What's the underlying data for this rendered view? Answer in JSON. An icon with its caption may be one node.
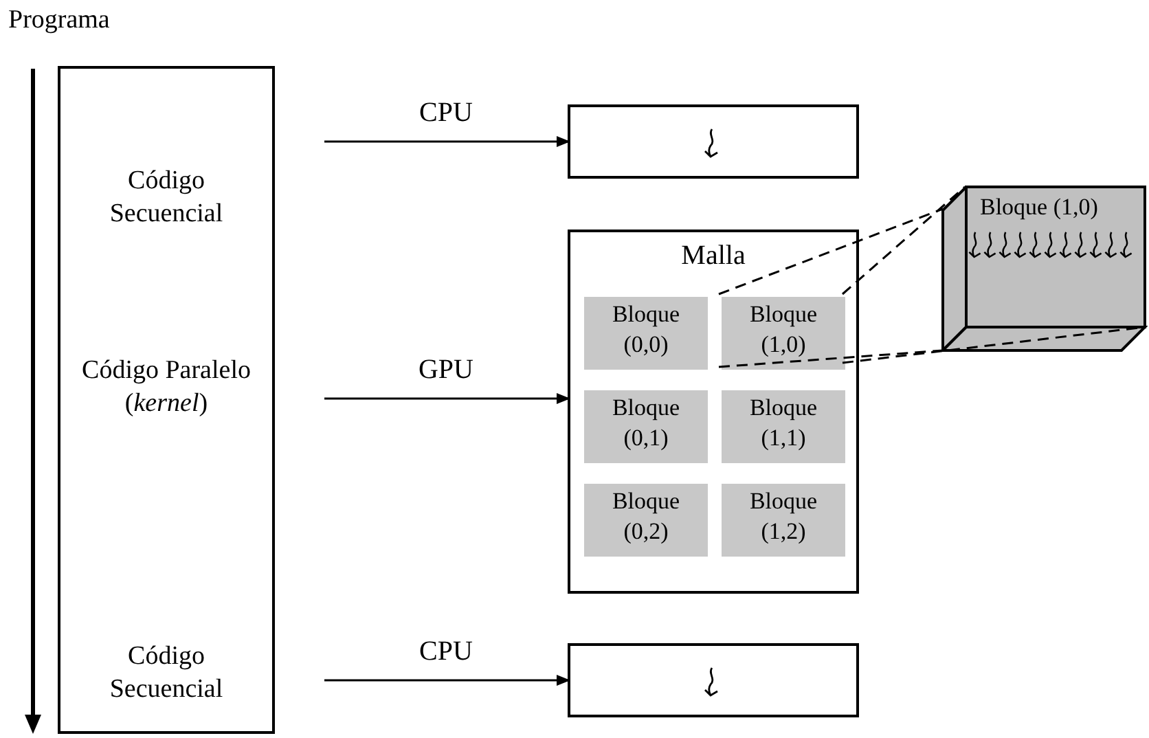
{
  "diagram": {
    "title": "Programa",
    "nodes": [
      {
        "text": [],
        "shape": "box"
      },
      {
        "text": [
          "Código Secuencial"
        ],
        "in": 0
      },
      {
        "text": [
          "Código Paralelo (*kernel*)"
        ],
        "in": 0
      },
      {
        "text": [
          "Código Secuencial"
        ],
        "in": 0
      },
      {
        "text": [],
        "shape": "box"
      },
      {
        "text": [
          "Malla"
        ]
      },
      {
        "text": [
          "Bloque (0,0)"
        ],
        "in": 5
      },
      {
        "text": [
          "Bloque (1,0)"
        ],
        "in": 5
      },
      {
        "text": [
          "Bloque (0,1)"
        ],
        "in": 5
      },
      {
        "text": [
          "Bloque (1,1)"
        ],
        "in": 5
      },
      {
        "text": [
          "Bloque (0,2)"
        ],
        "in": 5
      },
      {
        "text": [
          "Bloque (1,2)"
        ],
        "in": 5
      },
      {
        "text": [],
        "shape": "box"
      },
      {
        "text": [
          "Bloque (1,0)"
        ]
      }
    ],
    "edges": [
      {
        "from": null,
        "to": 4,
        "arrow": "to",
        "label": "CPU"
      },
      {
        "from": null,
        "to": 5,
        "arrow": "to",
        "label": "GPU"
      },
      {
        "from": null,
        "to": 12,
        "arrow": "to",
        "label": "CPU"
      },
      {
        "from": 7,
        "to": 13,
        "arrow": "none",
        "style": "dashed"
      },
      {
        "from": 7,
        "to": 13,
        "arrow": "none",
        "style": "dashed"
      },
      {
        "from": 7,
        "to": 13,
        "arrow": "none",
        "style": "dashed"
      },
      {
        "from": 7,
        "to": 13,
        "arrow": "none",
        "style": "dashed"
      }
    ]
  }
}
